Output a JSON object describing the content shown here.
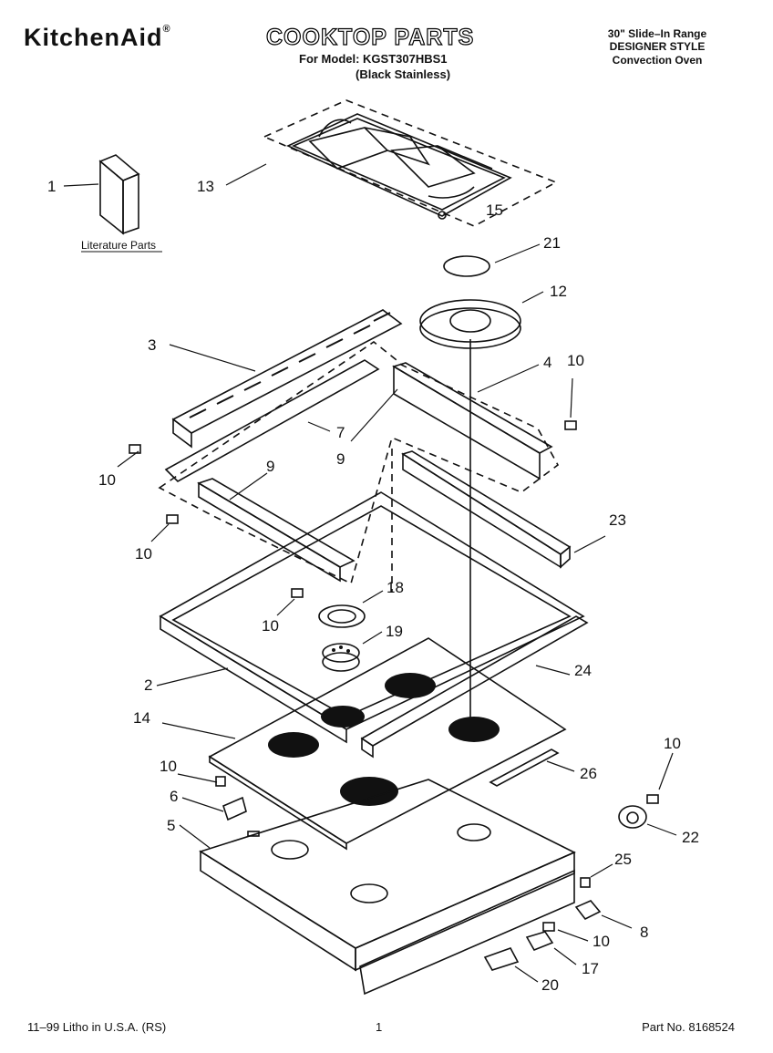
{
  "header": {
    "brand": "KitchenAid",
    "brand_mark": "®",
    "title": "COOKTOP PARTS",
    "model_line": "For Model: KGST307HBS1",
    "variant_line": "(Black Stainless)",
    "range_line1": "30\" Slide–In Range",
    "range_line2": "DESIGNER STYLE",
    "range_line3": "Convection Oven"
  },
  "literature": {
    "label": "Literature Parts"
  },
  "callouts": {
    "c1": "1",
    "c2": "2",
    "c3": "3",
    "c4": "4",
    "c5": "5",
    "c6": "6",
    "c7": "7",
    "c8": "8",
    "c9a": "9",
    "c9b": "9",
    "c10a": "10",
    "c10b": "10",
    "c10c": "10",
    "c10d": "10",
    "c10e": "10",
    "c10f": "10",
    "c10g": "10",
    "c12": "12",
    "c13": "13",
    "c14": "14",
    "c15": "15",
    "c17": "17",
    "c18": "18",
    "c19": "19",
    "c20": "20",
    "c21": "21",
    "c22": "22",
    "c23": "23",
    "c24": "24",
    "c25": "25",
    "c26": "26"
  },
  "footer": {
    "left": "11–99 Litho in U.S.A. (RS)",
    "page": "1",
    "part_no": "Part No. 8168524"
  },
  "icons": {
    "brand_logo": "kitchenaid-wordmark-icon"
  }
}
